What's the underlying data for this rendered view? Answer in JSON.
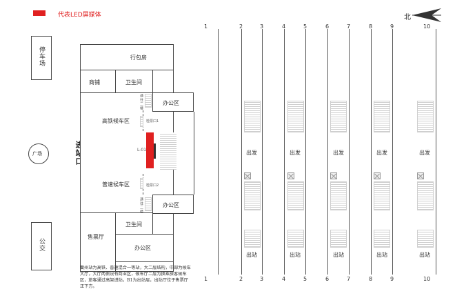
{
  "legend": {
    "label": "代表LED屏媒体",
    "color": "#e02020"
  },
  "compass": {
    "label": "北"
  },
  "outside": {
    "parking": "停车场",
    "plaza": "广场",
    "bus": "公交",
    "entrance": "进站口"
  },
  "rooms": {
    "baggage": "行包房",
    "shops": "商铺",
    "toilet_top": "卫生间",
    "office_top": "办公区",
    "hsr_waiting": "高铁候车区",
    "ordinary_waiting": "普速候车区",
    "office_bottom": "办公区",
    "toilet_bottom": "卫生间",
    "ticket_hall": "售票厅",
    "office_lower": "办公区",
    "stair_top": "通往二楼",
    "stair_bottom": "通往二楼",
    "gate1": "检票口1",
    "gate2": "检票口2",
    "led_code": "L-01"
  },
  "tracks": {
    "top_numbers": [
      "1",
      "2",
      "3",
      "4",
      "5",
      "6",
      "7",
      "8",
      "9",
      "10"
    ],
    "bottom_numbers": [
      "1",
      "2",
      "3",
      "4",
      "5",
      "6",
      "7",
      "8",
      "9",
      "10"
    ],
    "depart_labels": [
      "出发",
      "出发",
      "出发",
      "出发",
      "出发"
    ],
    "exit_labels": [
      "出站",
      "出站",
      "出站",
      "出站",
      "出站"
    ]
  },
  "note": "衢州站为高铁、普速混合一等站，大二层结构，中部为候车大厅，大厅两侧设有商业区，候车厅二层为换乘旅客候车区，旅客通过高架进站，B1为出站层，出站厅位于售票厅正下方。"
}
